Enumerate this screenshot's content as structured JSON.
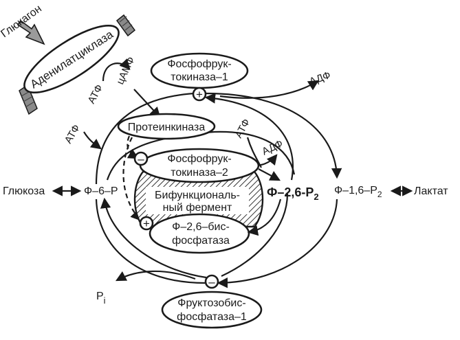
{
  "labels": {
    "glucagon": "Глюкагон",
    "adenylate_cyclase": "Аденилатциклаза",
    "atp_top": "АТФ",
    "camp": "цАМФ",
    "pfk1_line1": "Фосфофрук-",
    "pfk1_line2": "токиназа–1",
    "adp_right": "АДФ",
    "atp_left": "АТФ",
    "protein_kinase": "Протеинкиназа",
    "atp_mid": "АТФ",
    "adp_mid": "АДФ",
    "pfk2_line1": "Фосфофрук-",
    "pfk2_line2": "токиназа–2",
    "bifunctional_line1": "Бифункциональ-",
    "bifunctional_line2": "ный фермент",
    "f26bpase_line1": "Ф–2,6–бис-",
    "f26bpase_line2": "фосфатаза",
    "glucose": "Глюкоза",
    "f6p": "Ф–6–Р",
    "f26p2_main": "Ф–2,6-Р",
    "f26p2_sub": "2",
    "f16p2_main": "Ф–1,6–Р",
    "f16p2_sub": "2",
    "lactate": "Лактат",
    "pi_main": "P",
    "pi_sub": "i",
    "fbpase1_line1": "Фруктозобис-",
    "fbpase1_line2": "фосфатаза–1",
    "plus": "+",
    "minus": "–"
  }
}
